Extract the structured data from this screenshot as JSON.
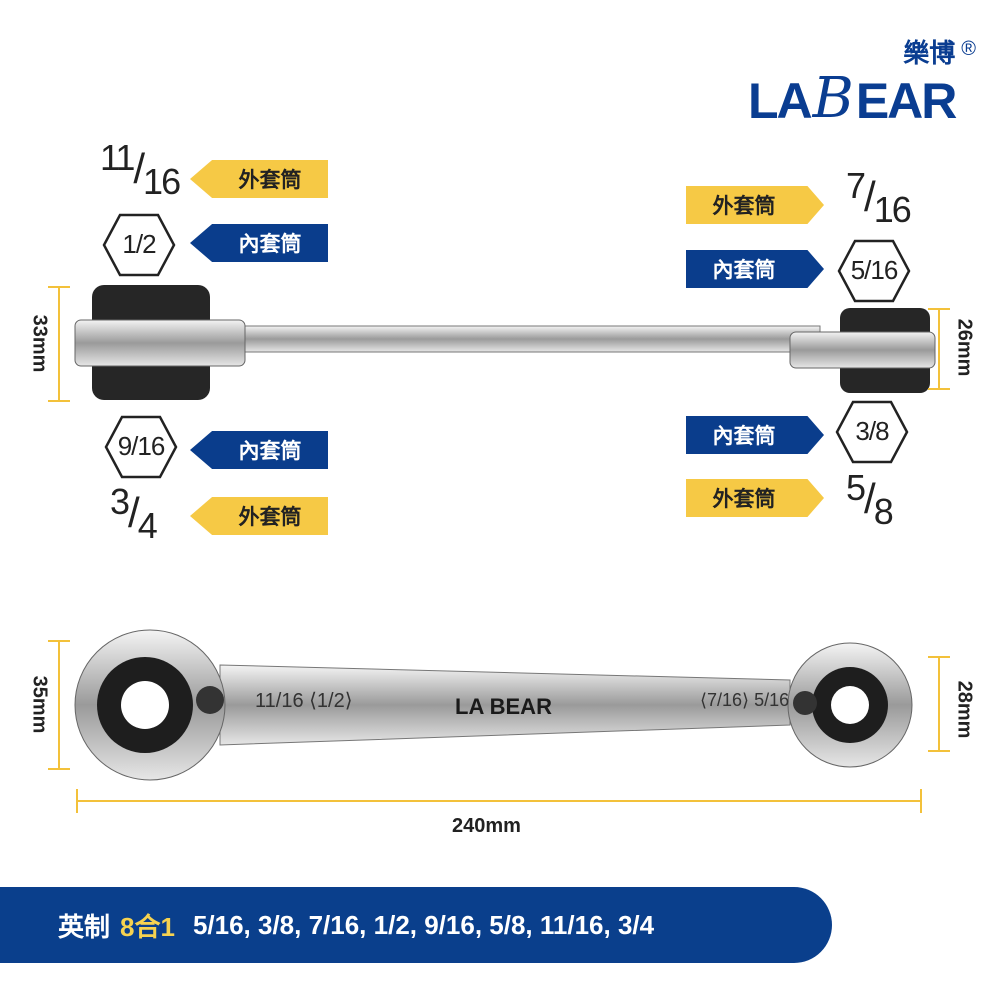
{
  "logo": {
    "brand_la": "LA",
    "brand_b": "B",
    "brand_ear": "EAR",
    "brand_cn": "樂博",
    "registered": "®"
  },
  "colors": {
    "yellow": "#f6c945",
    "blue": "#0a3d8c"
  },
  "labels": {
    "outer": "外套筒",
    "inner": "內套筒"
  },
  "sizes": {
    "s11_16": {
      "n": "11",
      "d": "16"
    },
    "s1_2": {
      "n": "1",
      "d": "2"
    },
    "s9_16": {
      "n": "9",
      "d": "16"
    },
    "s3_4": {
      "n": "3",
      "d": "4"
    },
    "s7_16": {
      "n": "7",
      "d": "16"
    },
    "s5_16": {
      "n": "5",
      "d": "16"
    },
    "s3_8": {
      "n": "3",
      "d": "8"
    },
    "s5_8": {
      "n": "5",
      "d": "8"
    }
  },
  "engraving": {
    "left": "11/16 ⟨1/2⟩",
    "brand": "LA BEAR",
    "right": "⟨7/16⟩ 5/16"
  },
  "dimensions": {
    "top_left": "33mm",
    "top_right": "26mm",
    "bottom_left": "35mm",
    "bottom_right": "28mm",
    "length": "240mm"
  },
  "banner": {
    "prefix": "英制",
    "highlight": "8合1",
    "sizes": "5/16, 3/8, 7/16, 1/2, 9/16, 5/8, 11/16, 3/4"
  }
}
